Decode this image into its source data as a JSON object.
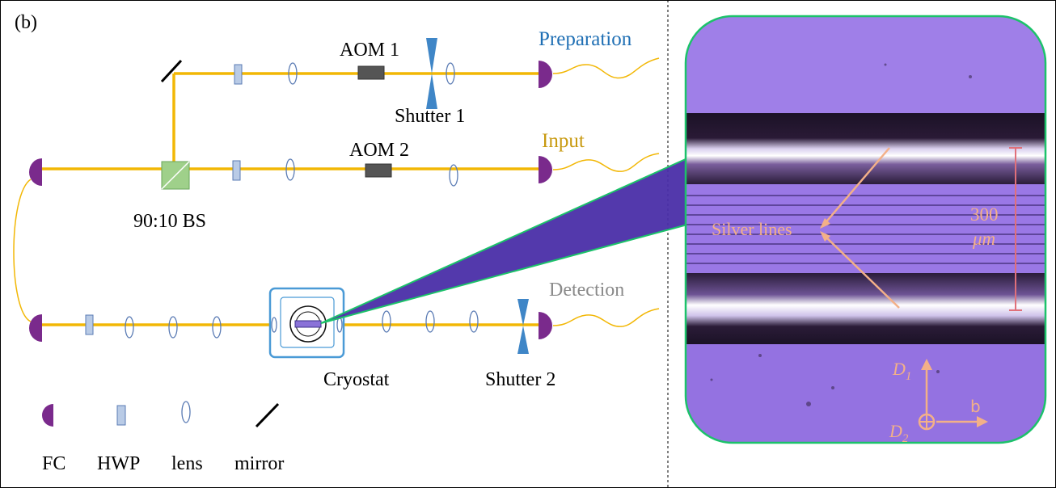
{
  "panel_label": "(b)",
  "labels": {
    "preparation": "Preparation",
    "input": "Input",
    "detection": "Detection",
    "aom1": "AOM 1",
    "aom2": "AOM 2",
    "shutter1": "Shutter 1",
    "shutter2": "Shutter 2",
    "beamsplitter": "90:10 BS",
    "cryostat": "Cryostat"
  },
  "legend": {
    "fc": "FC",
    "hwp": "HWP",
    "lens": "lens",
    "mirror": "mirror"
  },
  "micrograph": {
    "silver_lines": "Silver lines",
    "scale_value": "300",
    "scale_unit": "μm",
    "axis_d1": "D",
    "axis_d1_sub": "1",
    "axis_d2": "D",
    "axis_d2_sub": "2",
    "axis_b": "b"
  },
  "colors": {
    "beam": "#f2b705",
    "fiber_coupler": "#7a2a8c",
    "preparation_label": "#1f6fb4",
    "input_label": "#c89a10",
    "detection_label": "#8a8a8a",
    "micrograph_border": "#1cc26a",
    "micrograph_bg": "#9a78e6",
    "annotation": "#f3b088",
    "cryostat_box": "#4a9ad6"
  }
}
